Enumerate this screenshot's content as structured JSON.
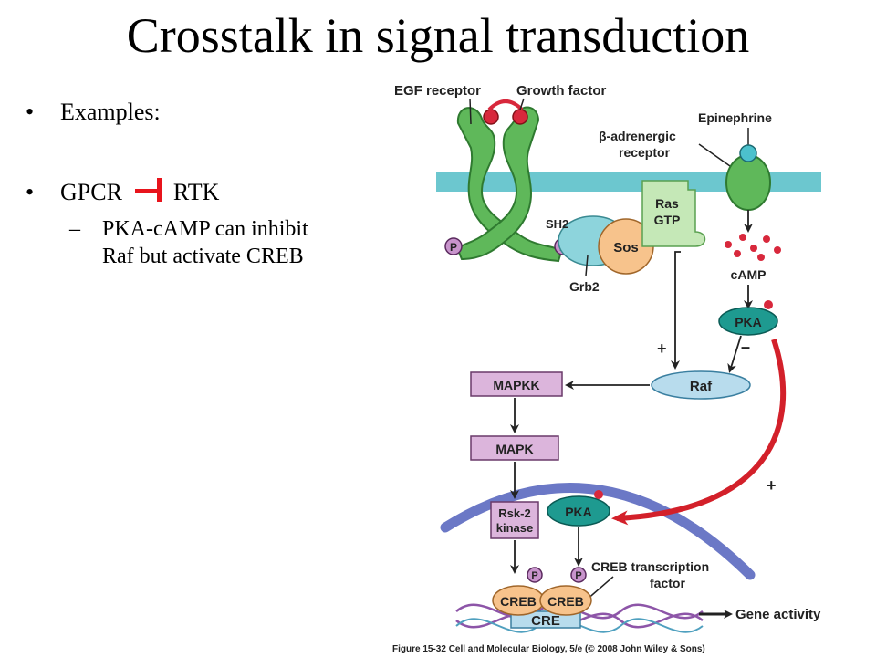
{
  "slide": {
    "title": "Crosstalk in signal transduction",
    "bullets": [
      {
        "text": "Examples:"
      },
      {
        "prefix": "GPCR",
        "suffix": "RTK",
        "symbol": "inhibition-bar-icon"
      }
    ],
    "sub_bullet": {
      "line1": "PKA-cAMP can inhibit",
      "line2": "Raf but activate CREB"
    }
  },
  "diagram": {
    "labels": {
      "egf_receptor": "EGF receptor",
      "growth_factor": "Growth factor",
      "beta_receptor_1": "β-adrenergic",
      "beta_receptor_2": "receptor",
      "epinephrine": "Epinephrine",
      "sh2": "SH2",
      "sos": "Sos",
      "grb2": "Grb2",
      "ras": "Ras",
      "gtp": "GTP",
      "camp": "cAMP",
      "pka": "PKA",
      "raf": "Raf",
      "mapkk": "MAPKK",
      "mapk": "MAPK",
      "rsk2_1": "Rsk-2",
      "rsk2_2": "kinase",
      "pka_nuclear": "PKA",
      "creb_tf_1": "CREB transcription",
      "creb_tf_2": "factor",
      "creb": "CREB",
      "cre": "CRE",
      "gene_activity": "Gene activity",
      "phospho": "P",
      "plus": "+",
      "minus": "–",
      "caption": "Figure 15-32 Cell and Molecular Biology, 5/e (© 2008 John Wiley & Sons)"
    },
    "colors": {
      "membrane": "#6cc7cf",
      "receptor_green": "#5fb85a",
      "phospho_purple": "#c894cc",
      "kinase_box": "#dcb5dc",
      "pka_teal": "#1e9a90",
      "raf_blue": "#b8dced",
      "sos_orange": "#f7c38c",
      "inhibit_red": "#e8141c",
      "ligand_red": "#d8283c",
      "nucleus_blue": "#6b78c6"
    }
  }
}
